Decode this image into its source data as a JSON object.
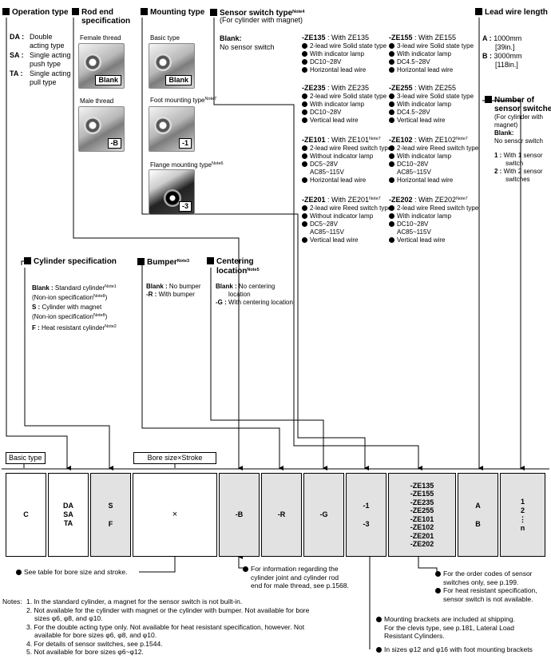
{
  "operation": {
    "title": "Operation type",
    "items": [
      {
        "code": "DA :",
        "desc": "Double acting type"
      },
      {
        "code": "SA :",
        "desc": "Single acting push type"
      },
      {
        "code": "TA :",
        "desc": "Single acting pull type"
      }
    ]
  },
  "rod_end": {
    "title_1": "Rod end",
    "title_2": "specification",
    "female": "Female thread",
    "female_tag": "Blank",
    "male": "Male thread",
    "male_tag": "-B"
  },
  "mounting": {
    "title": "Mounting type",
    "basic": "Basic type",
    "basic_tag": "Blank",
    "foot": "Foot mounting type",
    "foot_note": "Note7",
    "foot_tag": "-1",
    "flange": "Flange mounting type",
    "flange_note": "Note6",
    "flange_tag": "-3"
  },
  "sensor": {
    "title": "Sensor switch type",
    "title_note": "Note4",
    "subtitle": "(For cylinder with magnet)",
    "blank_label": "Blank:",
    "blank_desc": "No sensor switch",
    "options": [
      {
        "head": "-ZE135",
        "with": ": With ZE135",
        "note": "",
        "lines": [
          "2-lead wire Solid state type",
          "With indicator lamp",
          "DC10~28V",
          "Horizontal lead wire"
        ]
      },
      {
        "head": "-ZE155",
        "with": ": With ZE155",
        "note": "",
        "lines": [
          "3-lead wire Solid state type",
          "With indicator lamp",
          "DC4.5~28V",
          "Horizontal lead wire"
        ]
      },
      {
        "head": "-ZE235",
        "with": ": With ZE235",
        "note": "",
        "lines": [
          "2-lead wire Solid state type",
          "With indicator lamp",
          "DC10~28V",
          "Vertical lead wire"
        ]
      },
      {
        "head": "-ZE255",
        "with": ": With ZE255",
        "note": "",
        "lines": [
          "3-lead wire Solid state type",
          "With indicator lamp",
          "DC4.5~28V",
          "Vertical lead wire"
        ]
      },
      {
        "head": "-ZE101",
        "with": ": With ZE101",
        "note": "Note7",
        "lines": [
          "2-lead wire Reed switch type",
          "Without indicator lamp",
          "DC5~28V",
          "Horizontal lead wire"
        ],
        "extra": "AC85~115V"
      },
      {
        "head": "-ZE102",
        "with": ": With ZE102",
        "note": "Note7",
        "lines": [
          "2-lead wire Reed switch type",
          "With indicator lamp",
          "DC10~28V",
          "Horizontal lead wire"
        ],
        "extra": "AC85~115V"
      },
      {
        "head": "-ZE201",
        "with": ": With ZE201",
        "note": "Note7",
        "lines": [
          "2-lead wire Reed switch type",
          "Without indicator lamp",
          "DC5~28V",
          "Vertical lead wire"
        ],
        "extra": "AC85~115V"
      },
      {
        "head": "-ZE202",
        "with": ": With ZE202",
        "note": "Note7",
        "lines": [
          "2-lead wire Reed switch type",
          "With indicator lamp",
          "DC10~28V",
          "Vertical lead wire"
        ],
        "extra": "AC85~115V"
      }
    ]
  },
  "lead_wire": {
    "title": "Lead wire length",
    "a_code": "A :",
    "a_val": "1000mm",
    "a_in": "[39in.]",
    "b_code": "B :",
    "b_val": "3000mm",
    "b_in": "[118in.]"
  },
  "num_switch": {
    "title_1": "Number of",
    "title_2": "sensor switches",
    "sub_1": "(For cylinder with",
    "sub_2": "magnet)",
    "blank_label": "Blank:",
    "blank_desc": "No sensor switch",
    "one_code": "1 :",
    "one_desc_1": "With 1 sensor",
    "one_desc_2": "switch",
    "two_code": "2 :",
    "two_desc_1": "With 2 sensor",
    "two_desc_2": "switches"
  },
  "cylinder": {
    "title": "Cylinder specification",
    "blank_code": "Blank :",
    "blank_desc": "Standard cylinder",
    "blank_note": "Note1",
    "blank_sub": "(Non-ion specification",
    "blank_sub_note": "Note8",
    "s_code": "S :",
    "s_desc": "Cylinder with magnet",
    "s_sub": "(Non-ion specification",
    "s_sub_note": "Note8",
    "f_code": "F :",
    "f_desc": "Heat resistant cylinder",
    "f_note": "Note2"
  },
  "bumper": {
    "title": "Bumper",
    "note": "Note3",
    "blank_code": "Blank :",
    "blank_desc": "No bumper",
    "r_code": "-R :",
    "r_desc": "With bumper"
  },
  "centering": {
    "title_1": "Centering",
    "title_2": "location",
    "note": "Note5",
    "blank_code": "Blank :",
    "blank_desc_1": "No centering",
    "blank_desc_2": "location",
    "g_code": "-G :",
    "g_desc": "With centering location"
  },
  "code_row": {
    "basic_type": "Basic type",
    "bore_stroke": "Bore size×Stroke",
    "c": "C",
    "op": [
      "DA",
      "SA",
      "TA"
    ],
    "sf": [
      "S",
      "F"
    ],
    "x": "×",
    "b": "-B",
    "r": "-R",
    "g": "-G",
    "mount": [
      "-1",
      "-3"
    ],
    "sensors": [
      "-ZE135",
      "-ZE155",
      "-ZE235",
      "-ZE255",
      "-ZE101",
      "-ZE102",
      "-ZE201",
      "-ZE202"
    ],
    "ab": [
      "A",
      "B"
    ],
    "n": [
      "1",
      "2",
      "⋮",
      "n"
    ]
  },
  "pointers": {
    "bore": "See table for bore size and stroke.",
    "joint_1": "For information regarding the",
    "joint_2": "cylinder joint and cylinder rod",
    "joint_3": "end for male thread, see p.1568.",
    "order_1": "For the order codes of sensor",
    "order_2": "switches only, see p.199.",
    "heat_1": "For heat resistant specification,",
    "heat_2": "sensor switch is not available.",
    "bracket_1": "Mounting brackets are included at shipping.",
    "bracket_2": "For the clevis type, see p.181, Lateral Load",
    "bracket_3": "Resistant Cylinders.",
    "foot_1": "In sizes φ12 and φ16 with foot mounting brackets"
  },
  "notes": {
    "label": "Notes:",
    "n1": "1. In the standard cylinder, a magnet for the sensor switch is not built-in.",
    "n2a": "2. Not available for the cylinder with magnet or the cylinder with bumper. Not available for bore",
    "n2b": "sizes φ6, φ8, and φ10.",
    "n3a": "3. For the double acting type only. Not available for heat resistant specification, however. Not",
    "n3b": "available for bore sizes φ6, φ8, and φ10.",
    "n4": "4. For details of sensor switches, see p.1544.",
    "n5": "5. Not available for bore sizes φ6~φ12."
  }
}
